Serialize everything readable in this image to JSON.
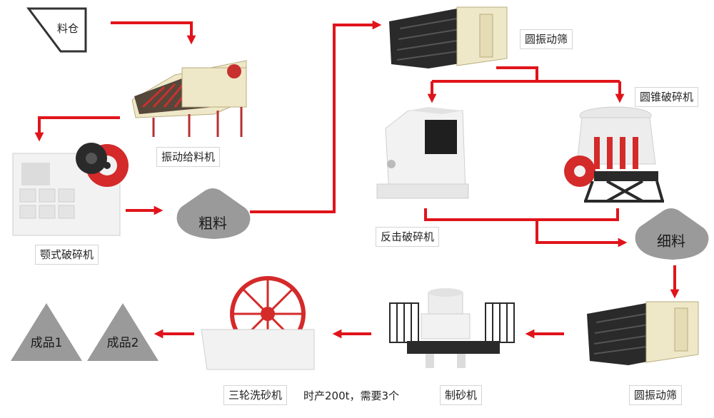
{
  "colors": {
    "arrow": "#e0141a",
    "pile": "#9a9a9a",
    "pile_text": "#1a1a1a",
    "machine_dark": "#2a2a2a",
    "machine_cream": "#efe8c8",
    "machine_red": "#d42a2a",
    "machine_white": "#f2f2f2"
  },
  "nodes": {
    "silo": "料仓",
    "vibrating_feeder": "振动给料机",
    "jaw_crusher": "颚式破碎机",
    "coarse_material": "粗料",
    "vibrating_screen_top": "圆振动筛",
    "cone_crusher": "圆锥破碎机",
    "impact_crusher": "反击破碎机",
    "fine_material": "细料",
    "vibrating_screen_bottom": "圆振动筛",
    "sand_maker": "制砂机",
    "sand_washer": "三轮洗砂机",
    "sand_washer_note": "时产200t，需要3个",
    "product_1": "成品1",
    "product_2": "成品2"
  }
}
